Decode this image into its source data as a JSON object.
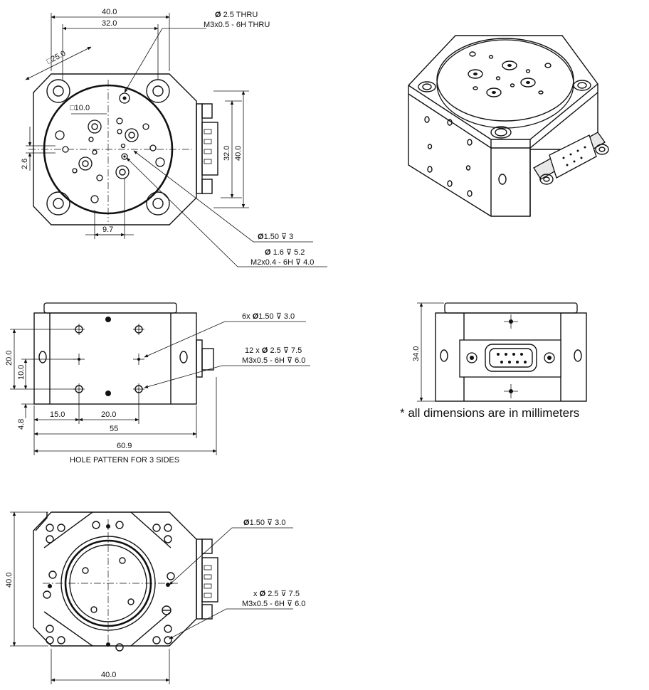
{
  "top_view": {
    "dim_width_outer": "40.0",
    "dim_width_inner": "32.0",
    "dim_diag": "25.0",
    "dim_square": "10.0",
    "dim_offset": "2.6",
    "dim_bottom": "9.7",
    "dim_right_inner": "32.0",
    "dim_right_outer": "40.0",
    "callout_thru_1": "2.5 THRU",
    "callout_thru_2": "M3x0.5  - 6H THRU",
    "callout_hole_1": "1.50",
    "callout_hole_1_depth": "3",
    "callout_hole_2": "1.6",
    "callout_hole_2_depth": "5.2",
    "callout_hole_2b": "M2x0.4  - 6H",
    "callout_hole_2b_depth": "4.0"
  },
  "side_view": {
    "dim_v_20": "20.0",
    "dim_v_10": "10.0",
    "dim_v_48": "4.8",
    "dim_15": "15.0",
    "dim_20": "20.0",
    "dim_55": "55",
    "dim_609": "60.9",
    "caption": "HOLE PATTERN FOR 3 SIDES",
    "callout_a_prefix": "6x",
    "callout_a": "1.50",
    "callout_a_depth": "3.0",
    "callout_b_prefix": "12 x",
    "callout_b": "2.5",
    "callout_b_depth": "7.5",
    "callout_b2": "M3x0.5  - 6H",
    "callout_b2_depth": "6.0"
  },
  "front_view": {
    "dim_height": "34.0"
  },
  "bottom_view": {
    "dim_height": "40.0",
    "dim_width": "40.0",
    "callout_a": "1.50",
    "callout_a_depth": "3.0",
    "callout_b_prefix": "x",
    "callout_b": "2.5",
    "callout_b_depth": "7.5",
    "callout_b2": "M3x0.5  - 6H",
    "callout_b2_depth": "6.0"
  },
  "note": "* all dimensions are in millimeters"
}
